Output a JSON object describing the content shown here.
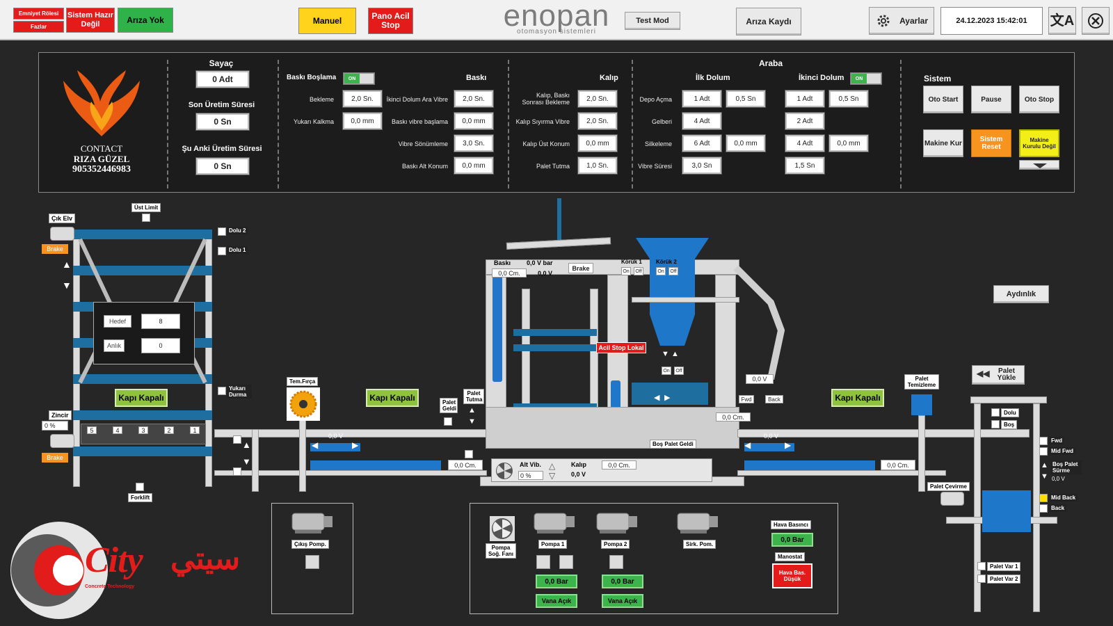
{
  "topbar": {
    "emniyet": "Emniyet Rölesi",
    "fazlar": "Fazlar",
    "sistem_hazir": "Sistem Hazır Değil",
    "ariza_yok": "Arıza Yok",
    "manuel": "Manuel",
    "pano_acil": "Pano Acil Stop",
    "logo_main": "enopan",
    "logo_sub": "otomasyon sistemleri",
    "test_mod": "Test Mod",
    "ariza_kaydi": "Arıza Kaydı",
    "ayarlar": "Ayarlar",
    "datetime": "24.12.2023 15:42:01"
  },
  "contact": {
    "title": "CONTACT",
    "name": "RIZA GÜZEL",
    "phone": "905352446983"
  },
  "counters": {
    "sayac_label": "Sayaç",
    "sayac_value": "0 Adt",
    "son_label": "Son Üretim Süresi",
    "son_value": "0 Sn",
    "anlik_label": "Şu Anki Üretim Süresi",
    "anlik_value": "0 Sn"
  },
  "baski": {
    "bosalma_label": "Baskı Boşlama",
    "toggle": "ON",
    "header": "Baskı",
    "bekleme_label": "Bekleme",
    "bekleme": "2,0  Sn.",
    "yukari_label": "Yukarı Kalkma",
    "yukari": "0,0   mm",
    "ikinci_label": "İkinci Dolum Ara Vibre",
    "ikinci": "2,0  Sn.",
    "vibre_bas_label": "Baskı vibre başlama",
    "vibre_bas": "0,0   mm",
    "sonum_label": "Vibre Sönümleme",
    "sonum": "3,0  Sn.",
    "alt_label": "Baskı Alt Konum",
    "alt": "0,0   mm"
  },
  "kalip": {
    "header": "Kalıp",
    "bekleme_label": "Kalıp, Baskı Sonrası Bekleme",
    "bekleme": "2,0  Sn.",
    "siyirma_label": "Kalıp Sıyırma Vibre",
    "siyirma": "2,0  Sn.",
    "ust_label": "Kalıp Üst Konum",
    "ust": "0,0   mm",
    "palet_label": "Palet Tutma",
    "palet": "1,0  Sn."
  },
  "araba": {
    "header": "Araba",
    "ilk": "İlk Dolum",
    "ikinci": "İkinci Dolum",
    "toggle": "ON",
    "depo_label": "Depo Açma",
    "depo1": "1 Adt",
    "depo1b": "0,5  Sn",
    "depo2": "1 Adt",
    "depo2b": "0,5  Sn",
    "gelberi_label": "Gelberi",
    "gel1": "4 Adt",
    "gel2": "2 Adt",
    "silk_label": "Silkeleme",
    "silk1": "6 Adt",
    "silk1b": "0,0   mm",
    "silk2": "4 Adt",
    "silk2b": "0,0   mm",
    "vibre_label": "Vibre Süresi",
    "vib1": "3,0  Sn",
    "vib2": "1,5  Sn"
  },
  "sistem": {
    "header": "Sistem",
    "oto_start": "Oto Start",
    "pause": "Pause",
    "oto_stop": "Oto Stop",
    "makine_kur": "Makine Kur",
    "sistem_reset": "Sistem Reset",
    "makine_kurulu": "Makine Kurulu Değil"
  },
  "machine": {
    "cik_elv": "Çık Elv",
    "ust_limit": "Üst Limit",
    "dolu2": "Dolu 2",
    "dolu1": "Dolu 1",
    "brake": "Brake",
    "hedef_label": "Hedef",
    "hedef": "8",
    "anlik_label": "Anlık",
    "anlik": "0",
    "kapi1": "Kapı Kapalı",
    "kapi2": "Kapı Kapalı",
    "kapi3": "Kapı Kapalı",
    "yukari_durma": "Yukarı Durma",
    "zincir": "Zincir",
    "zincir_pct": "0 %",
    "slots": [
      "5",
      "4",
      "3",
      "2",
      "1"
    ],
    "forklift": "Forklift",
    "tem_firca": "Tem.Fırça",
    "v1": "0,0 V",
    "v2": "0,0 V",
    "v3": "0,0 V",
    "palet_geldi": "Palet Geldi",
    "palet_tutma": "Palet Tutma",
    "cm1": "0,0 Cm.",
    "cm2": "0,0 Cm.",
    "cm3": "0,0 Cm.",
    "cm4": "0,0 Cm.",
    "baski": "Baskı",
    "baski_cm": "0,0 Cm.",
    "bar_v": "0,0 V bar",
    "v_mid": "0,0 V",
    "brake2": "Brake",
    "koruk1": "Körük 1",
    "koruk2": "Körük 2",
    "on": "On",
    "off": "Off",
    "acil_lokal": "Acil Stop Lokal",
    "bos_palet": "Boş Palet Geldi",
    "alt_vib": "Alt Vib.",
    "alt_pct": "0 %",
    "kalip": "Kalıp",
    "kalip_v": "0,0 V",
    "kalip_cm": "0,0 Cm.",
    "fwd": "Fwd",
    "back": "Back",
    "arm_v": "0,0 V",
    "aydinlik": "Aydınlık",
    "palet_temizleme": "Palet Temizleme",
    "palet_yukle": "Palet Yükle",
    "dolu": "Dolu",
    "bos": "Boş",
    "fwd2": "Fwd",
    "mid_fwd": "Mid Fwd",
    "bos_palet_surme": "Boş Palet Sürme",
    "surme_v": "0,0 V",
    "mid_back": "Mid Back",
    "back2": "Back",
    "palet_cevirme": "Palet Çevirme",
    "palet_var1": "Palet Var  1",
    "palet_var2": "Palet Var  2"
  },
  "pumps": {
    "cikis": "Çıkış Pomp.",
    "fan": "Pompa Soğ. Fanı",
    "pompa1": "Pompa 1",
    "pompa2": "Pompa 2",
    "sirk": "Sirk. Pom.",
    "bar1": "0,0 Bar",
    "bar2": "0,0 Bar",
    "vana1": "Vana Açık",
    "vana2": "Vana Açık",
    "hava_label": "Hava Basıncı",
    "hava_bar": "0,0 Bar",
    "manostat": "Manostat",
    "hava_dusuk": "Hava Bas. Düşük"
  },
  "city": {
    "latin": "City",
    "arabic": "سيتي",
    "tag": "Concrete Technology"
  }
}
